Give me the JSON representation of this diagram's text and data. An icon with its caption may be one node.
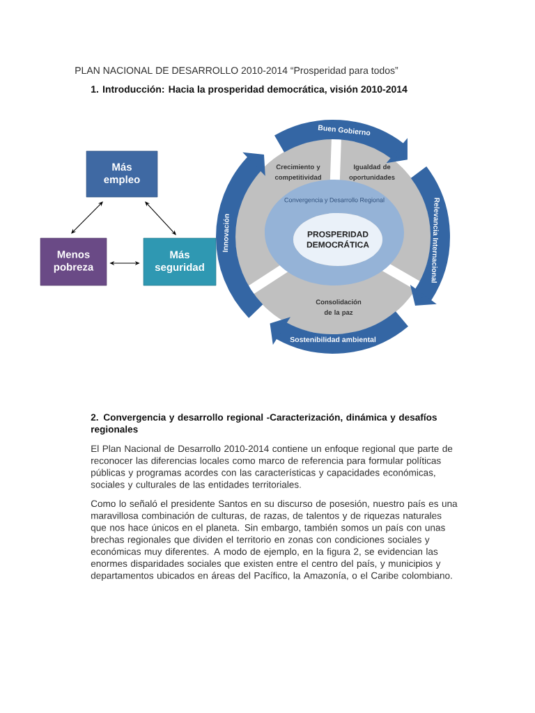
{
  "diagram": {
    "title": "PLAN NACIONAL DE DESARROLLO 2010-2014 “Prosperidad para todos”",
    "nodes": [
      {
        "text": [
          "Más empleo"
        ]
      },
      {
        "text": [
          "Menos pobreza"
        ]
      },
      {
        "text": [
          "Más seguridad"
        ]
      },
      {
        "text": [
          "Crecimiento y competitividad"
        ]
      },
      {
        "text": [
          "Igualdad de oportunidades"
        ]
      },
      {
        "text": [
          "Convergencia y Desarrollo Regional"
        ]
      },
      {
        "text": [
          "PROSPERIDAD DEMOCRÁTICA"
        ],
        "in": 5
      },
      {
        "text": [
          "Consolidación de la paz"
        ]
      }
    ],
    "edges": [
      {
        "from": 0,
        "to": 1,
        "arrow": "both",
        "color": "#000000"
      },
      {
        "from": 0,
        "to": 2,
        "arrow": "both",
        "color": "#000000"
      },
      {
        "from": 1,
        "to": 2,
        "arrow": "both",
        "color": "#000000"
      },
      {
        "from": 3,
        "to": 4,
        "arrow": "to",
        "label": "Buen Gobierno"
      },
      {
        "from": 4,
        "to": 7,
        "arrow": "to",
        "label": "Relevancia Internacional"
      },
      {
        "from": null,
        "to": 7,
        "arrow": "to",
        "label": "Sostenibilidad ambiental"
      },
      {
        "from": 7,
        "to": 3,
        "arrow": "to",
        "label": "Innovación"
      }
    ],
    "labels": [
      "1. Introducción: Hacia la prosperidad democrática, visión 2010-2014",
      "2. Convergencia y desarrollo regional -Caracterización, dinámica y desafíos regionales",
      "El Plan Nacional de Desarrollo 2010-2014 contiene un enfoque regional que parte de reconocer las diferencias locales como marco de referencia para formular políticas públicas y programas acordes con las características y capacidades económicas, sociales y culturales de las entidades territoriales.",
      "Como lo señaló el presidente Santos en su discurso de posesión, nuestro país es una maravillosa combinación de culturas, de razas, de talentos y de riquezas naturales que nos hace únicos en el planeta. Sin embargo, también somos un país con unas brechas regionales que dividen el territorio en zonas con condiciones sociales y económicas muy diferentes. A modo de ejemplo, en la figura 2, se evidencian las enormes disparidades sociales que existen entre el centro del país, y municipios y departamentos ubicados en áreas del Pacífico, la Amazonía, o el Caribe colombiano."
    ]
  }
}
